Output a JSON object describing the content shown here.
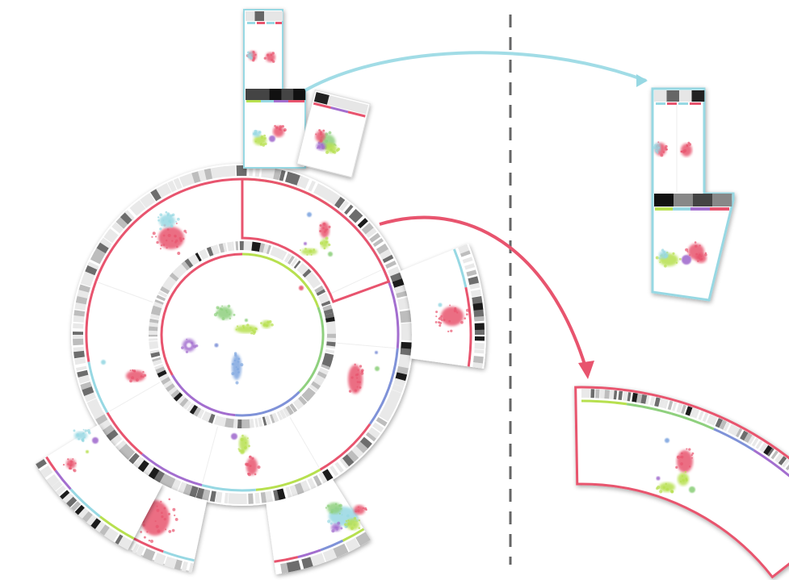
{
  "colors": {
    "red": "#e8546e",
    "blue": "#97d8e3",
    "green": "#8fd07e",
    "lime": "#b7e04f",
    "purple": "#a36ecf",
    "navy": "#7f92d8",
    "bluecluster": "#7fa6e0",
    "divider": "#666666",
    "panel_border_red": "#e8546e",
    "panel_border_blue": "#9fd8e3"
  },
  "icons": {
    "arrow_blue": "curved-arrow-right",
    "arrow_red": "curved-arrow-down",
    "divider": "dashed-vertical-line"
  },
  "structure": {
    "left": "radial-hierarchy-of-scatterplots",
    "right_top": "zoomed-detail-of-top-branch",
    "right_bottom": "zoomed-detail-of-ring-sector"
  }
}
